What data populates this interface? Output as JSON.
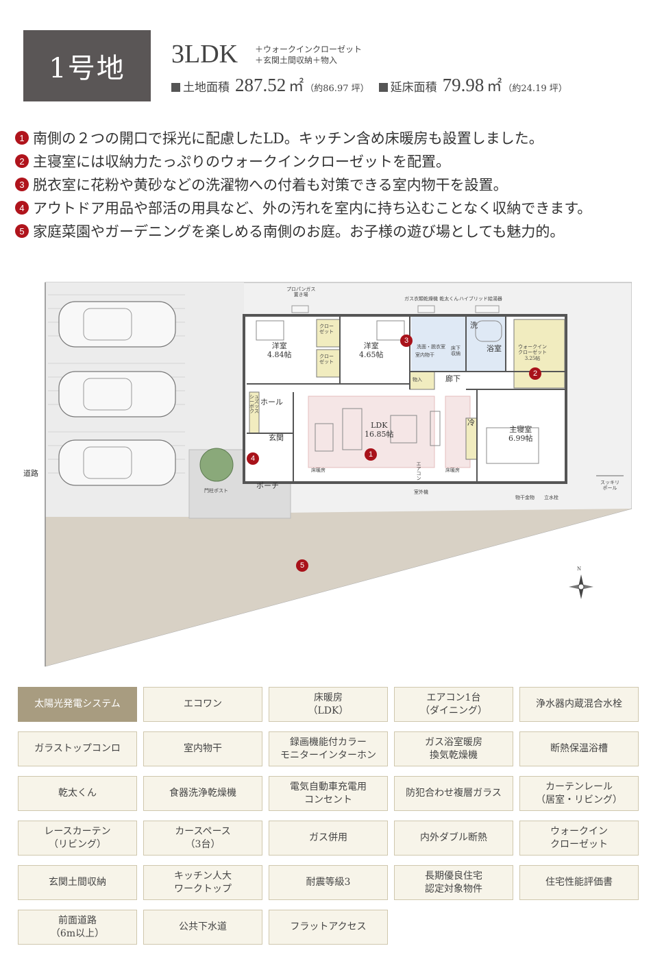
{
  "header": {
    "lot": "1号地",
    "plan_type": "3LDK",
    "extras_line1": "＋ウォークインクローゼット",
    "extras_line2": "＋玄関土間収納＋物入",
    "land_area_label": "土地面積",
    "land_area_value": "287.52",
    "land_area_unit": "㎡",
    "land_area_tsubo": "（約86.97 坪）",
    "floor_area_label": "延床面積",
    "floor_area_value": "79.98",
    "floor_area_unit": "㎡",
    "floor_area_tsubo": "（約24.19 坪）"
  },
  "features": [
    {
      "num": "1",
      "text": "南側の２つの開口で採光に配慮したLD。キッチン含め床暖房も設置しました。"
    },
    {
      "num": "2",
      "text": "主寝室には収納力たっぷりのウォークインクローゼットを配置。"
    },
    {
      "num": "3",
      "text": "脱衣室に花粉や黄砂などの洗濯物への付着も対策できる室内物干を設置。"
    },
    {
      "num": "4",
      "text": "アウトドア用品や部活の用具など、外の汚れを室内に持ち込むことなく収納できます。"
    },
    {
      "num": "5",
      "text": "家庭菜園やガーデニングを楽しめる南側のお庭。お子様の遊び場としても魅力的。"
    }
  ],
  "plan": {
    "road": "道路",
    "propane": "プロパンガス\n置き場",
    "kantakun": "ガス衣類乾燥機\n乾太くん",
    "hybrid": "ハイブリッド給湯器",
    "room1": "洋室\n4.84帖",
    "room2": "洋室\n4.65帖",
    "closet1": "クロー\nゼット",
    "closet2": "クロー\nゼット",
    "wash": "洗面・脱衣室",
    "dry": "室内物干",
    "wash_machine": "洗",
    "bath": "浴室",
    "under_floor": "床下\n収納",
    "storage": "物入",
    "corridor": "廊下",
    "walkin": "ウォークイン\nクローゼット\n3.25帖",
    "hall": "ホール",
    "shoebox": "シューズボックス",
    "entrance": "玄関",
    "ldk": "LDK\n16.85帖",
    "fridge": "冷",
    "master": "主寝室\n6.99帖",
    "floor_heat1": "床暖房",
    "floor_heat2": "床暖房",
    "aircon": "エアコン",
    "porch": "ポーチ",
    "mailbox": "門柱ポスト",
    "outdoor_unit": "室外機",
    "hanger": "物干金物",
    "faucet": "立水栓",
    "pole": "スッキリ\nポール",
    "compass": "N",
    "markers": [
      "1",
      "2",
      "3",
      "4",
      "5"
    ]
  },
  "equipment": [
    {
      "label": "太陽光発電システム",
      "highlight": true
    },
    {
      "label": "エコワン"
    },
    {
      "label": "床暖房\n（LDK）"
    },
    {
      "label": "エアコン1台\n（ダイニング）"
    },
    {
      "label": "浄水器内蔵混合水栓"
    },
    {
      "label": "ガラストップコンロ"
    },
    {
      "label": "室内物干"
    },
    {
      "label": "録画機能付カラー\nモニターインターホン"
    },
    {
      "label": "ガス浴室暖房\n換気乾燥機"
    },
    {
      "label": "断熱保温浴槽"
    },
    {
      "label": "乾太くん"
    },
    {
      "label": "食器洗浄乾燥機"
    },
    {
      "label": "電気自動車充電用\nコンセント"
    },
    {
      "label": "防犯合わせ複層ガラス"
    },
    {
      "label": "カーテンレール\n（居室・リビング）"
    },
    {
      "label": "レースカーテン\n（リビング）"
    },
    {
      "label": "カースペース\n（3台）"
    },
    {
      "label": "ガス併用"
    },
    {
      "label": "内外ダブル断熱"
    },
    {
      "label": "ウォークイン\nクローゼット"
    },
    {
      "label": "玄関土間収納"
    },
    {
      "label": "キッチン人大\nワークトップ"
    },
    {
      "label": "耐震等級3"
    },
    {
      "label": "長期優良住宅\n認定対象物件"
    },
    {
      "label": "住宅性能評価書"
    },
    {
      "label": "前面道路\n（6m以上）"
    },
    {
      "label": "公共下水道"
    },
    {
      "label": "フラットアクセス"
    }
  ]
}
